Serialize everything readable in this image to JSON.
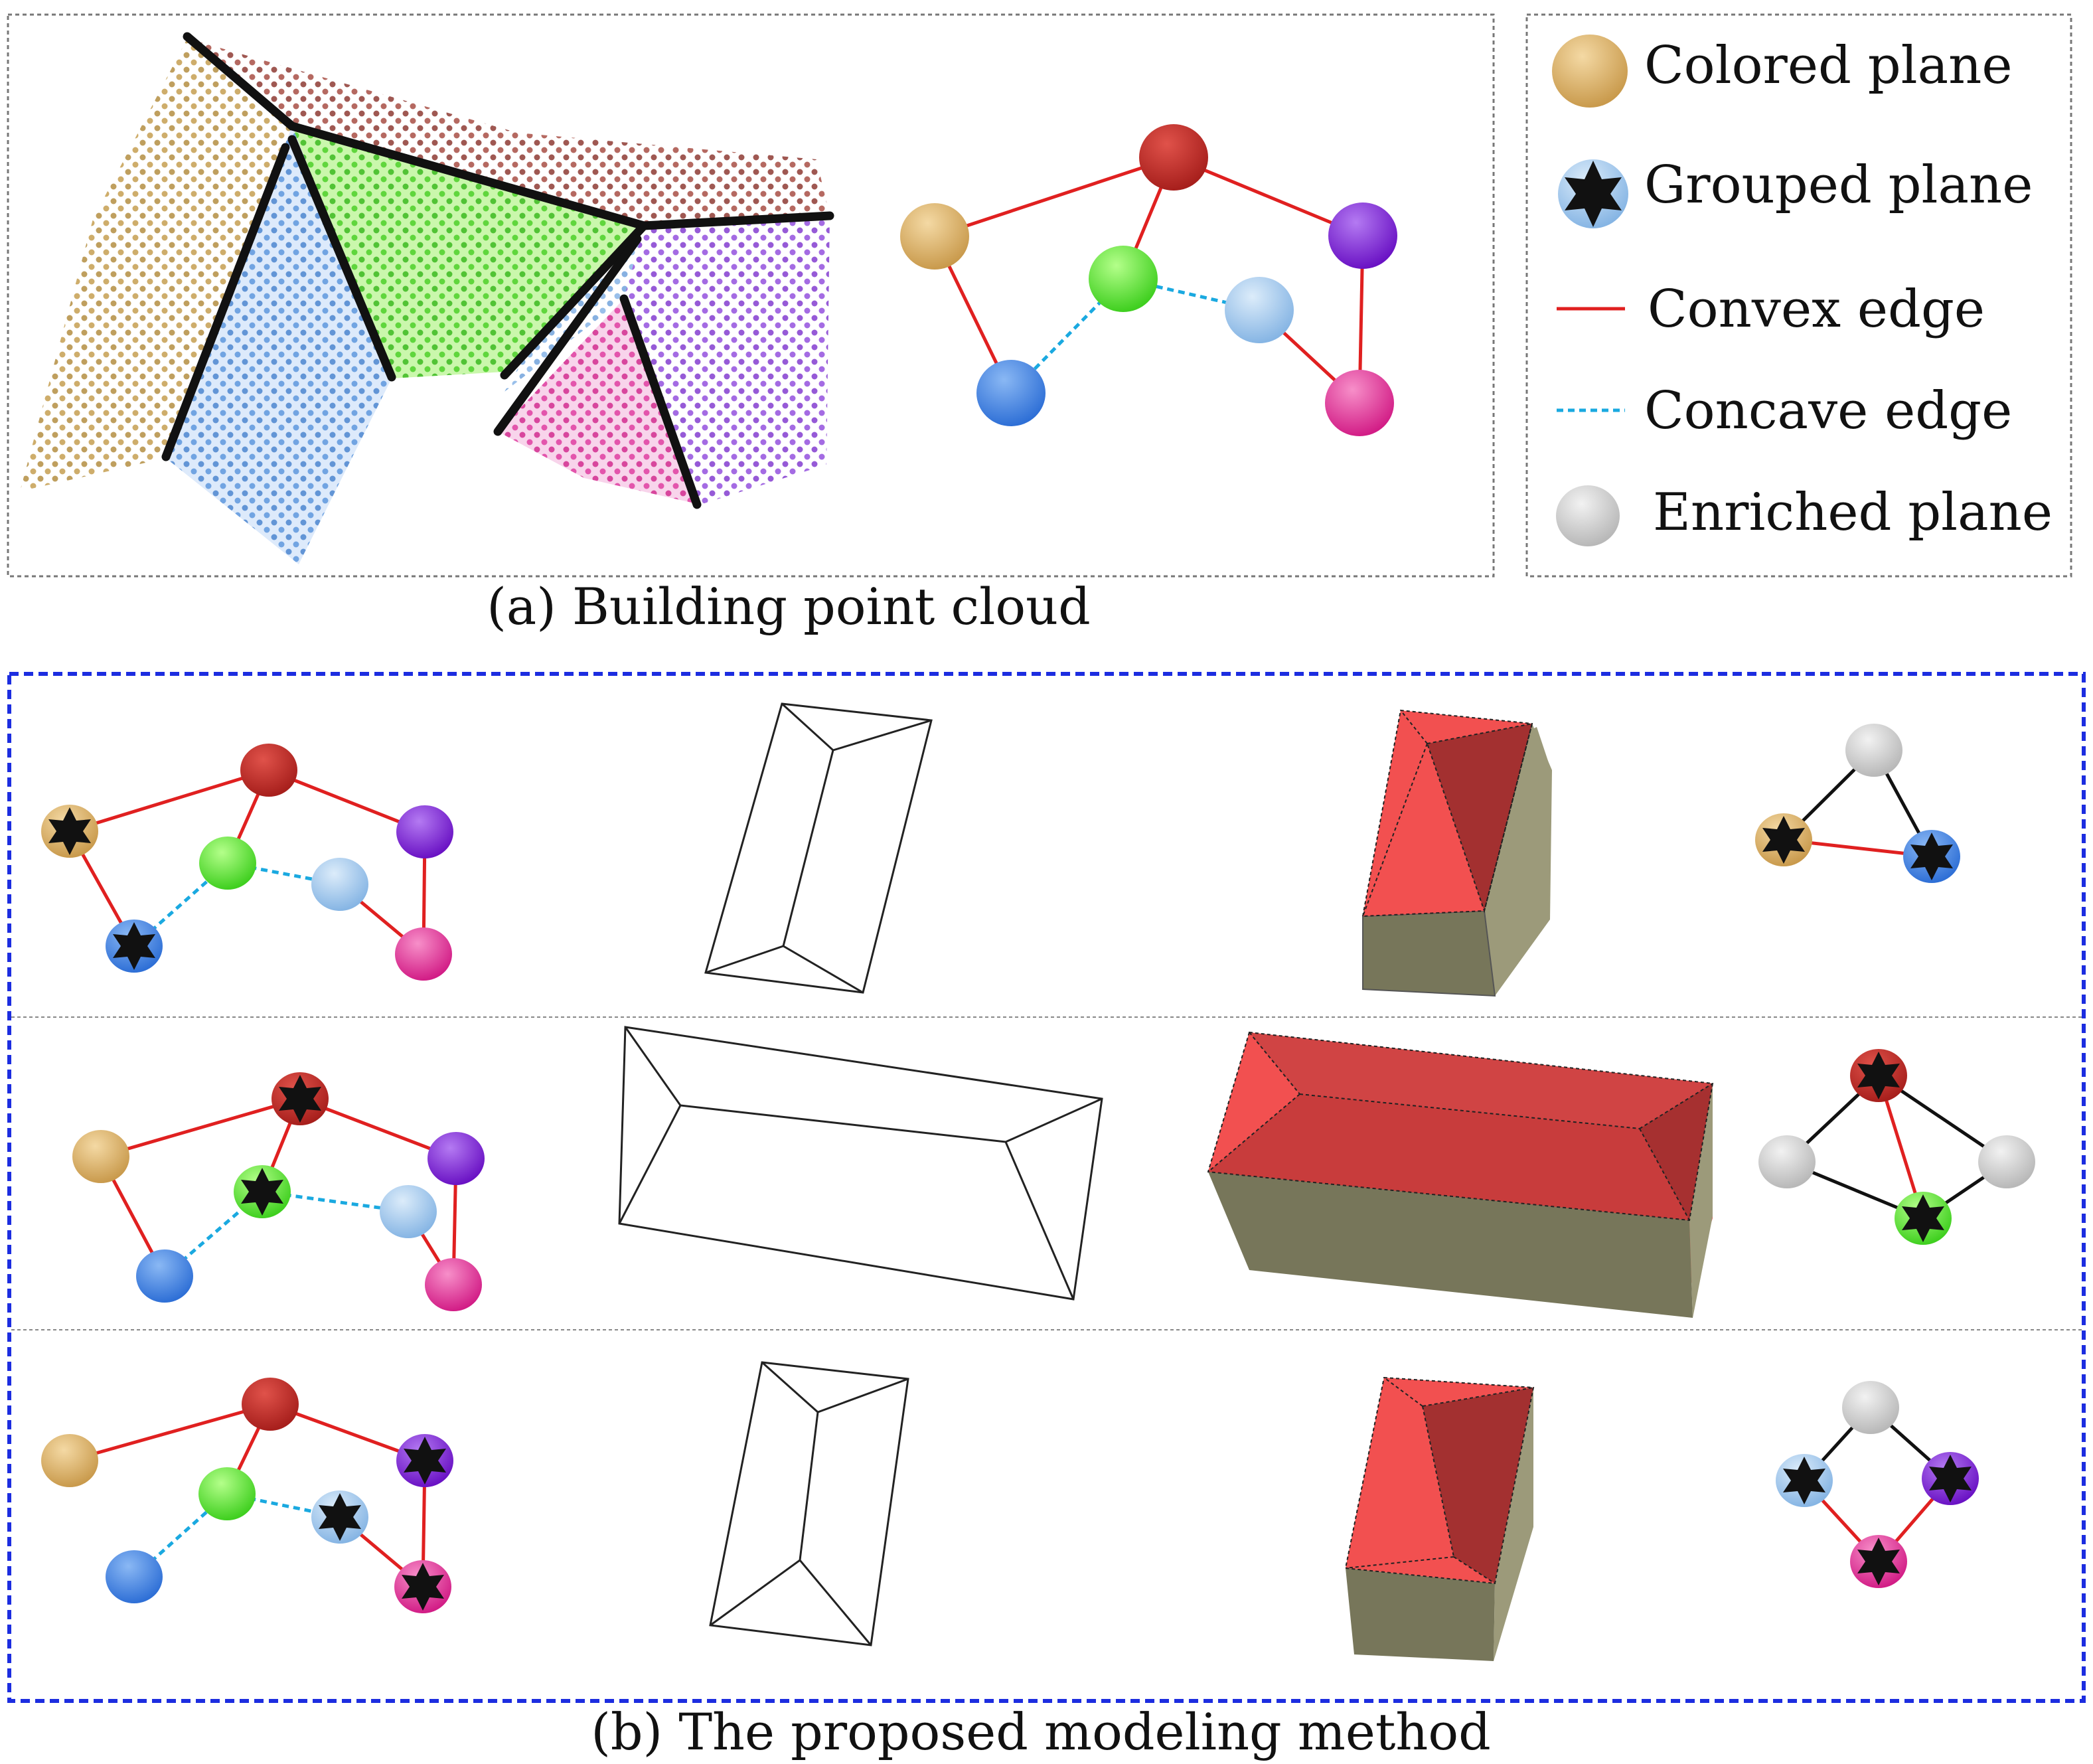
{
  "captions": {
    "a": "(a) Building point cloud",
    "b": "(b) The proposed modeling method"
  },
  "legend": {
    "colored_plane": "Colored plane",
    "grouped_plane": "Grouped plane",
    "convex_edge": "Convex edge",
    "concave_edge": "Concave edge",
    "enriched_plane": "Enriched plane"
  },
  "colors": {
    "tan": "#d9ad62",
    "red": "#c0302a",
    "green": "#5fe83a",
    "lightblue": "#a8cdee",
    "blue": "#4a8ae8",
    "purple": "#8a2ae0",
    "pink": "#e8399c",
    "gray": "#d2d2d2",
    "convex_edge": "#e02020",
    "concave_edge": "#1aa9e0",
    "frame_blue": "#1c2de0",
    "roof": "#d94040",
    "wall": "#78775c"
  }
}
